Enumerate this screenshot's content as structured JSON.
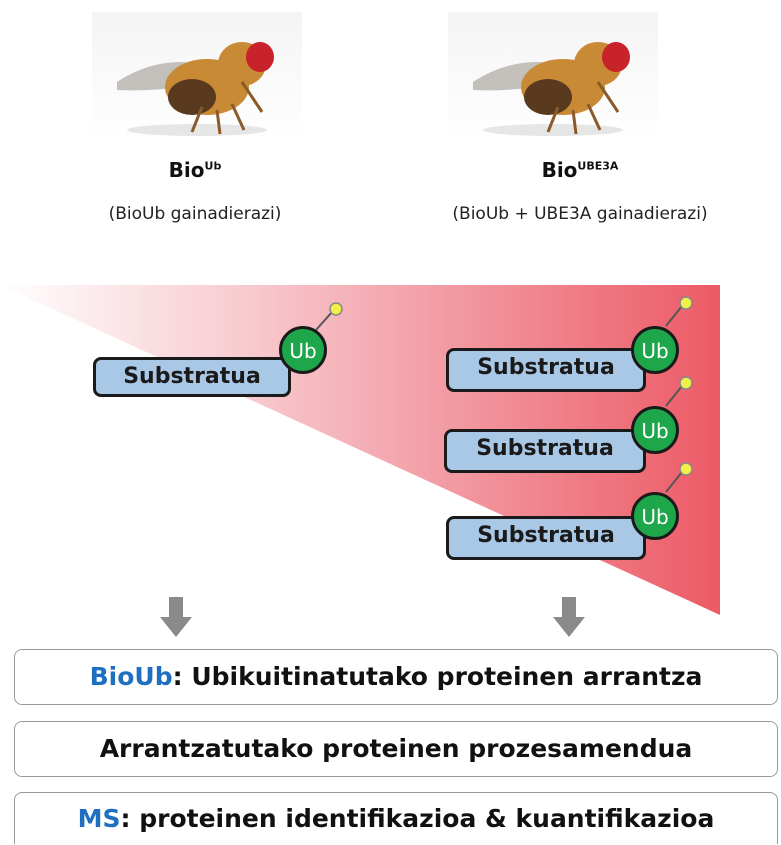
{
  "flies": [
    {
      "name": "Bio",
      "sup": "Ub",
      "desc": "(BioUb gainadierazi)"
    },
    {
      "name": "Bio",
      "sup": "UBE3A",
      "desc": "(BioUb + UBE3A gainadierazi)"
    }
  ],
  "molecule": {
    "substrate_label": "Substratua",
    "tag_label": "Ub"
  },
  "steps": [
    {
      "highlight": "BioUb",
      "text": ": Ubikuitinatutako proteinen arrantza"
    },
    {
      "highlight": "",
      "text": "Arrantzatutako proteinen prozesamendua"
    },
    {
      "highlight": "MS",
      "text": ": proteinen identifikazioa & kuantifikazioa"
    }
  ],
  "colors": {
    "substrate": "#a9c8e6",
    "ub": "#1ea64a",
    "biotin": "#f2ef4a",
    "wedge": "#ec5a66",
    "highlight": "#1f6fc1",
    "arrow": "#8a8a8a"
  }
}
